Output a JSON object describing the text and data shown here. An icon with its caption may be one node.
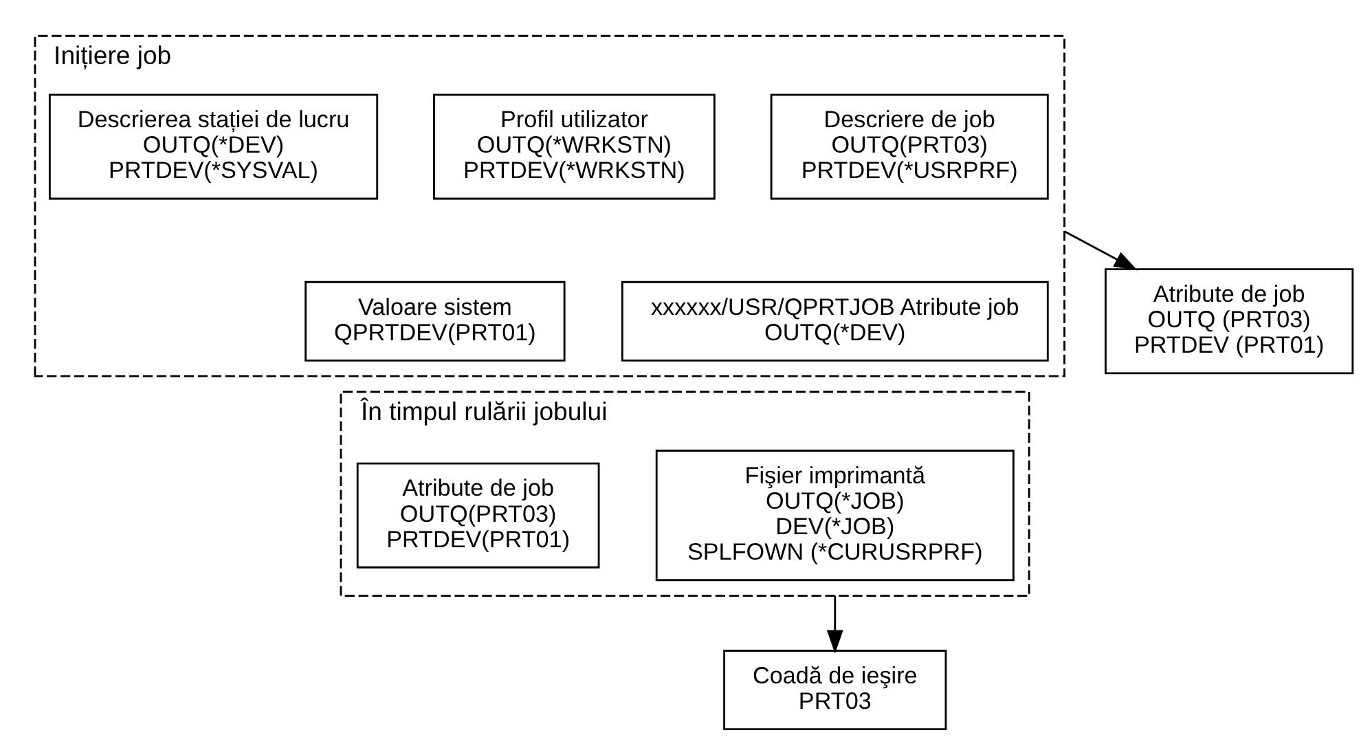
{
  "diagram": {
    "nodes": [
      {
        "text": [
          "Inițiere job"
        ]
      },
      {
        "text": [
          "Descriere de job",
          "OUTQ(PRT03)",
          "PRTDEV(*USRPRF)"
        ],
        "in": 0
      },
      {
        "text": [
          "Profil utilizator",
          "OUTQ(*WRKSTN)",
          "PRTDEV(*WRKSTN)"
        ],
        "in": 0
      },
      {
        "text": [
          "Descrierea stației de lucru",
          "OUTQ(*DEV)",
          "PRTDEV(*SYSVAL)"
        ],
        "in": 0
      },
      {
        "text": [
          "xxxxxx/USR/QPRTJOB Atribute job",
          "OUTQ(*DEV)"
        ],
        "in": 0
      },
      {
        "text": [
          "Valoare sistem",
          "QPRTDEV(PRT01)"
        ],
        "in": 0
      },
      {
        "text": [
          "Atribute de job",
          "OUTQ (PRT03)",
          "PRTDEV (PRT01)"
        ]
      },
      {
        "text": [
          "În timpul rulării jobului"
        ]
      },
      {
        "text": [
          "Fişier imprimantă",
          "OUTQ(*JOB)",
          "DEV(*JOB)",
          "SPLFOWN (*CURUSRPRF)"
        ],
        "in": 7
      },
      {
        "text": [
          "Atribute de job",
          "OUTQ(PRT03)",
          "PRTDEV(PRT01)"
        ],
        "in": 7
      },
      {
        "text": [
          "Coadă de ieşire",
          "PRT03"
        ]
      }
    ],
    "edges": [
      {
        "from": 0,
        "to": 6,
        "arrow": "to"
      },
      {
        "from": 7,
        "to": 10,
        "arrow": "to"
      }
    ]
  }
}
